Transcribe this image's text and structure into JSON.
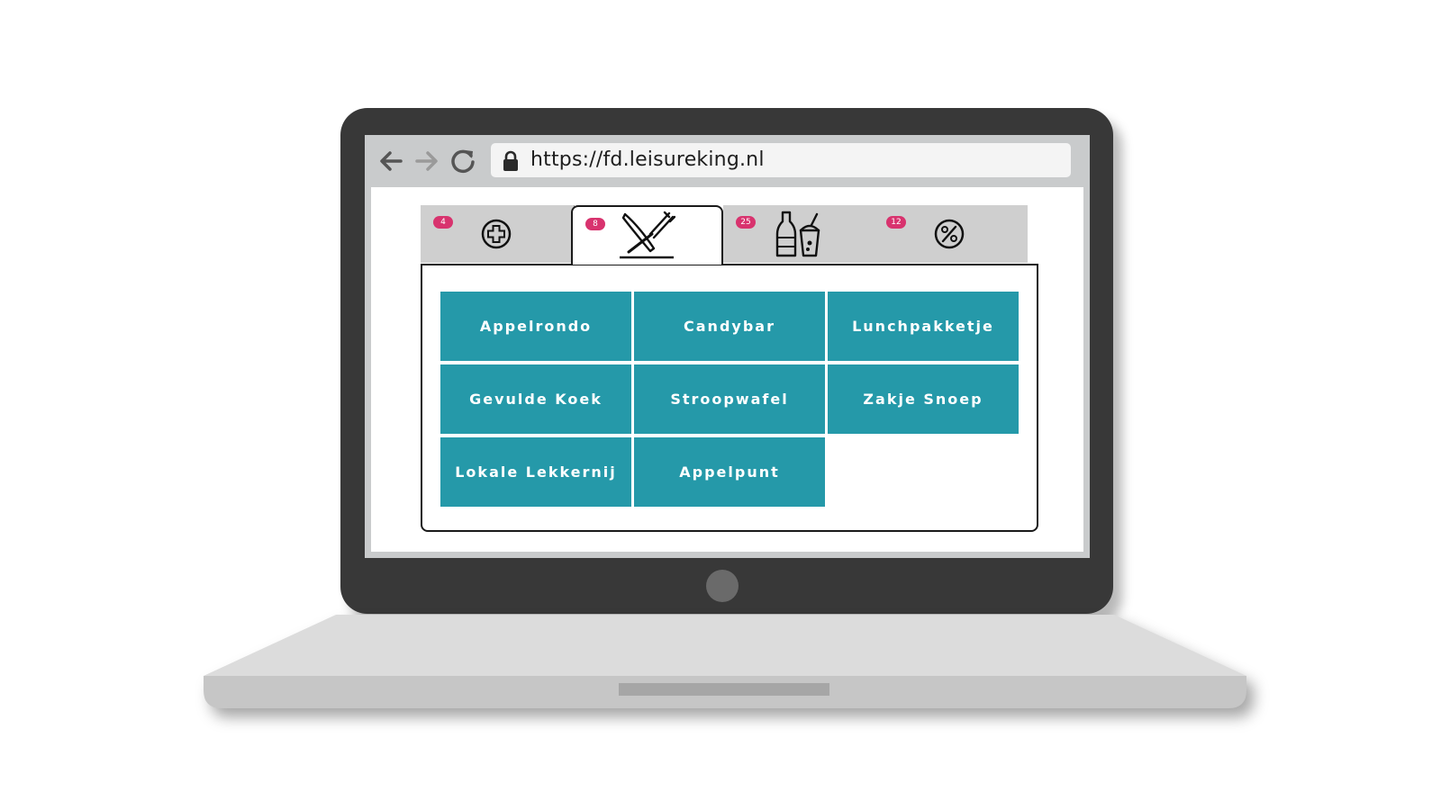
{
  "browser": {
    "url": "https://fd.leisureking.nl",
    "back_icon": "arrow-left-icon",
    "forward_icon": "arrow-right-icon",
    "reload_icon": "reload-icon",
    "lock_icon": "lock-icon"
  },
  "tabs": [
    {
      "icon": "plus-circle-icon",
      "badge": "4",
      "active": false
    },
    {
      "icon": "knife-fork-icon",
      "badge": "8",
      "active": true
    },
    {
      "icon": "drinks-icon",
      "badge": "25",
      "active": false
    },
    {
      "icon": "percent-circle-icon",
      "badge": "12",
      "active": false
    }
  ],
  "products": [
    "Appelrondo",
    "Candybar",
    "Lunchpakketje",
    "Gevulde Koek",
    "Stroopwafel",
    "Zakje Snoep",
    "Lokale Lekkernij",
    "Appelpunt"
  ],
  "colors": {
    "tile": "#2599a9",
    "badge": "#d8336e",
    "laptop_frame": "#383838",
    "browser_chrome": "#c9cbcc"
  }
}
